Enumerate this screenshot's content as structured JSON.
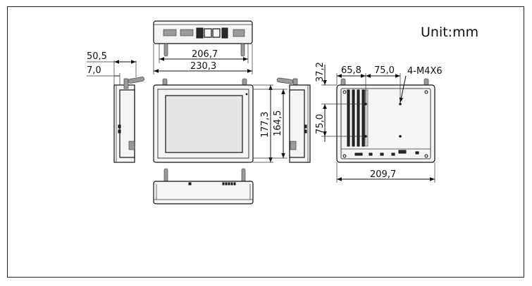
{
  "unit_label": "Unit:mm",
  "dimensions": {
    "top_width_inner": "206,7",
    "top_width_outer": "230,3",
    "side_depth_total": "50,5",
    "side_depth_bezel": "7,0",
    "front_height_outer": "177,3",
    "front_height_inner": "164,5",
    "rear_offset_top": "37,2",
    "rear_offset_left": "65,8",
    "rear_hole_spacing_h": "75,0",
    "rear_hole_spacing_v": "75,0",
    "rear_screw_spec": "4-M4X6",
    "rear_width": "209,7"
  }
}
